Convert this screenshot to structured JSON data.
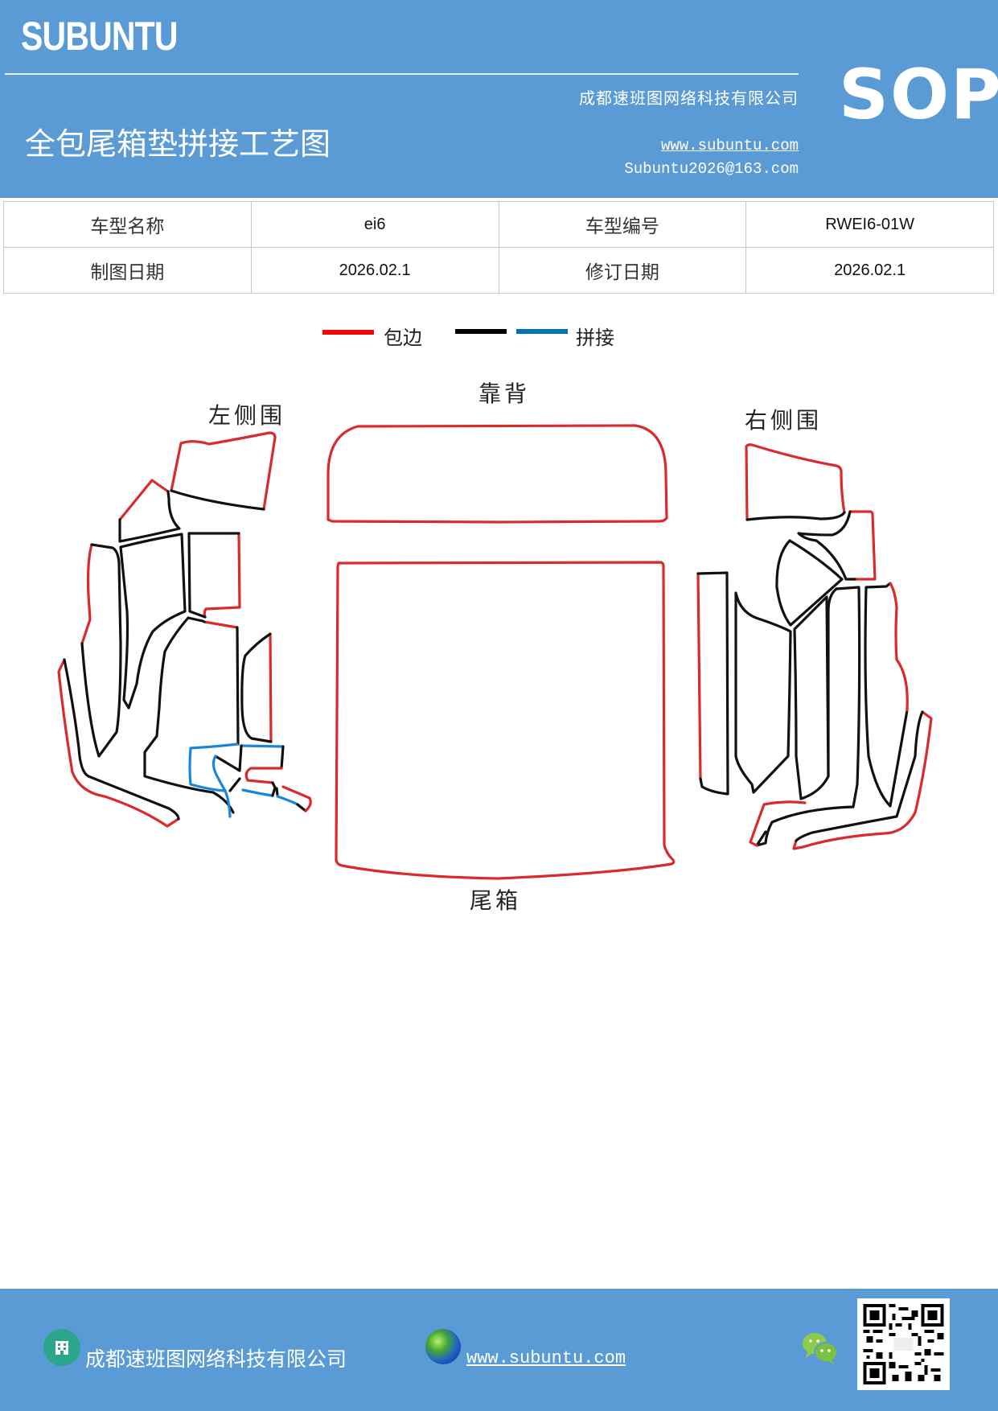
{
  "header": {
    "brand": "SUBUNTU",
    "title": "全包尾箱垫拼接工艺图",
    "company": "成都速班图网络科技有限公司",
    "website": "www.subuntu.com",
    "email": "Subuntu2026@163.com",
    "badge": "SOP"
  },
  "info_table": {
    "rows": [
      [
        {
          "label": "车型名称",
          "value": "ei6"
        },
        {
          "label": "车型编号",
          "value": "RWEI6-01W"
        }
      ],
      [
        {
          "label": "制图日期",
          "value": "2026.02.1"
        },
        {
          "label": "修订日期",
          "value": "2026.02.1"
        }
      ]
    ]
  },
  "legend": {
    "items": [
      {
        "label": "包边",
        "color": "#ff0000"
      },
      {
        "label": "",
        "color": "#000000"
      },
      {
        "label": "拼接",
        "color": "#0070c0"
      }
    ]
  },
  "diagram": {
    "colors": {
      "edge": "#d92b2b",
      "seam": "#111111",
      "splice": "#1a86d8"
    },
    "labels": {
      "backrest": "靠背",
      "left_side": "左侧围",
      "right_side": "右侧围",
      "trunk": "尾箱"
    }
  },
  "footer": {
    "company": "成都速班图网络科技有限公司",
    "website": "www.subuntu.com "
  }
}
